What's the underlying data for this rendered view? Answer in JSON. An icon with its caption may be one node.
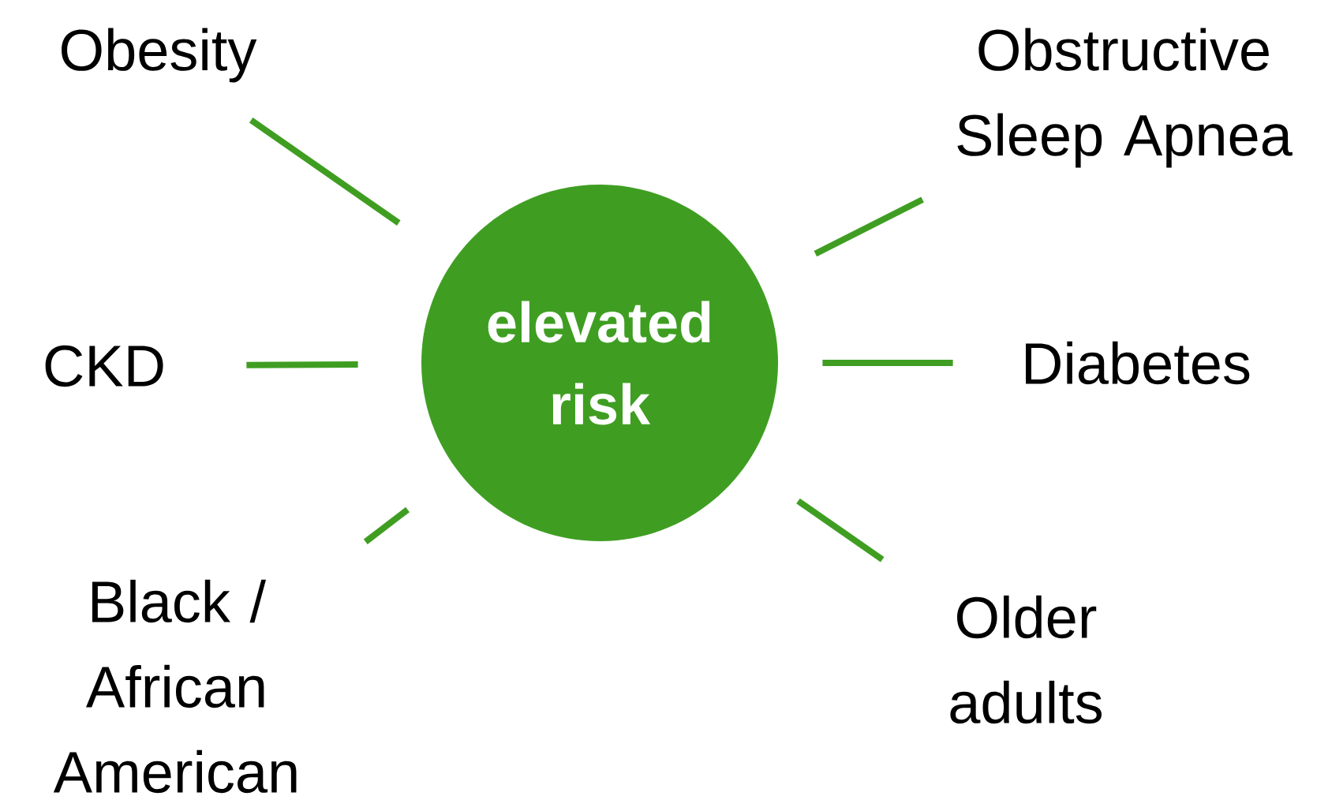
{
  "diagram": {
    "nodes": [
      {
        "text": [
          "elevated risk"
        ]
      },
      {
        "text": [
          "Obesity"
        ]
      },
      {
        "text": [
          "Obstructive Sleep Apnea"
        ]
      },
      {
        "text": [
          "CKD"
        ]
      },
      {
        "text": [
          "Diabetes"
        ]
      },
      {
        "text": [
          "Black / African American"
        ]
      },
      {
        "text": [
          "Older adults"
        ]
      }
    ],
    "edges": [
      {
        "from": 0,
        "to": 1,
        "arrow": "none"
      },
      {
        "from": 0,
        "to": 2,
        "arrow": "none"
      },
      {
        "from": 0,
        "to": 3,
        "arrow": "none"
      },
      {
        "from": 0,
        "to": 4,
        "arrow": "none"
      },
      {
        "from": 0,
        "to": 5,
        "arrow": "none"
      },
      {
        "from": 0,
        "to": 6,
        "arrow": "none"
      }
    ]
  }
}
